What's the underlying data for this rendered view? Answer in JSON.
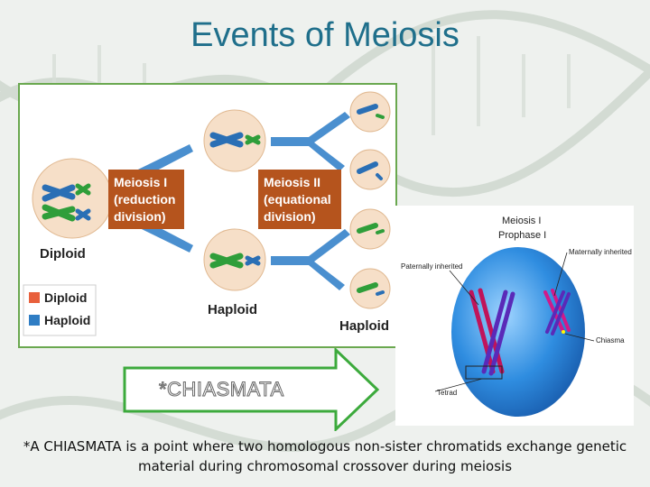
{
  "slide": {
    "title": "Events of Meiosis",
    "chiasmata_label": "*CHIASMATA",
    "caption": "*A CHIASMATA is a point where two homologous non-sister chromatids exchange genetic material during chromosomal crossover during meiosis"
  },
  "meiosis_diagram": {
    "meiosis1_lines": [
      "Meiosis I",
      "(reduction",
      "division)"
    ],
    "meiosis2_lines": [
      "Meiosis II",
      "(equational",
      "division)"
    ],
    "diploid_label": "Diploid",
    "haploid_mid_label": "Haploid",
    "haploid_right_label": "Haploid",
    "legend": [
      {
        "label": "Diploid",
        "color": "#e8603c"
      },
      {
        "label": "Haploid",
        "color": "#2f7dc4"
      }
    ]
  },
  "prophase_diagram": {
    "title_lines": [
      "Meiosis I",
      "Prophase I"
    ],
    "maternally_inherited": "Maternally inherited",
    "paternally_inherited": "Paternally inherited",
    "chiasma": "Chiasma",
    "tetrad": "Tetrad"
  },
  "colors": {
    "title": "#1f6f8b",
    "division_box": "#b5541d",
    "cell_fill": "#f6dfc8",
    "chrom_blue": "#2a6fb5",
    "chrom_green": "#2f9e3a",
    "arrow_blue": "#4a8fcf",
    "arrow_border": "#3caa3c",
    "nucleus_blue": "#2f8de0"
  }
}
